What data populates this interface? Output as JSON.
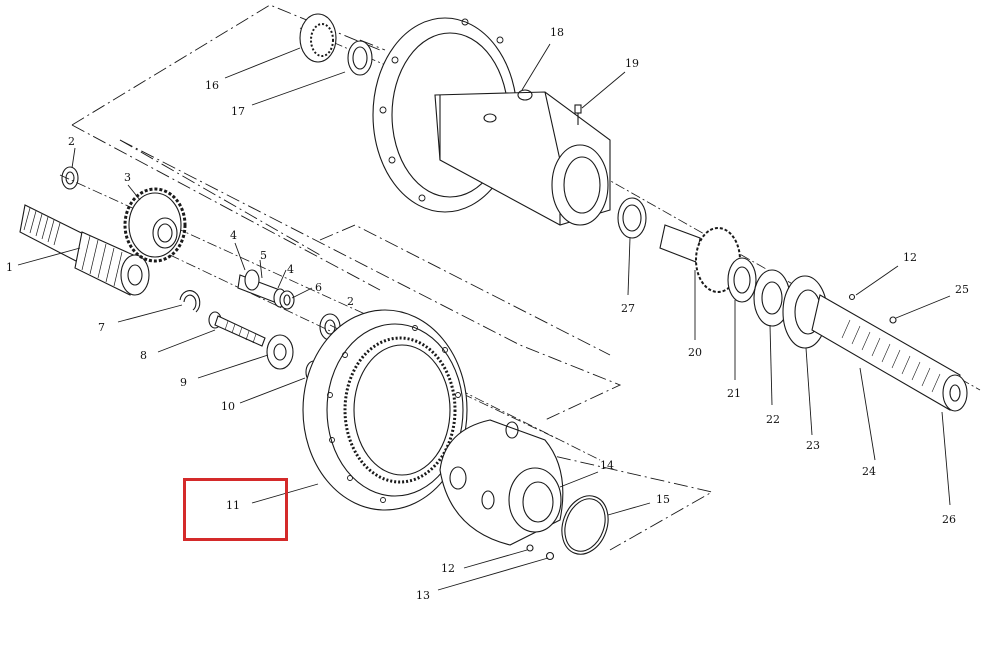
{
  "diagram": {
    "highlight_color": "#d42a2a",
    "line_color": "#1a1a1a",
    "highlighted_part": "11",
    "labels": {
      "l1": "1",
      "l2a": "2",
      "l2b": "2",
      "l3": "3",
      "l4a": "4",
      "l4b": "4",
      "l5": "5",
      "l6": "6",
      "l7": "7",
      "l8": "8",
      "l9": "9",
      "l10": "10",
      "l11": "11",
      "l12a": "12",
      "l12b": "12",
      "l13": "13",
      "l14": "14",
      "l15": "15",
      "l16": "16",
      "l17": "17",
      "l18": "18",
      "l19": "19",
      "l20": "20",
      "l21": "21",
      "l22": "22",
      "l23": "23",
      "l24": "24",
      "l25": "25",
      "l26": "26",
      "l27": "27"
    }
  }
}
